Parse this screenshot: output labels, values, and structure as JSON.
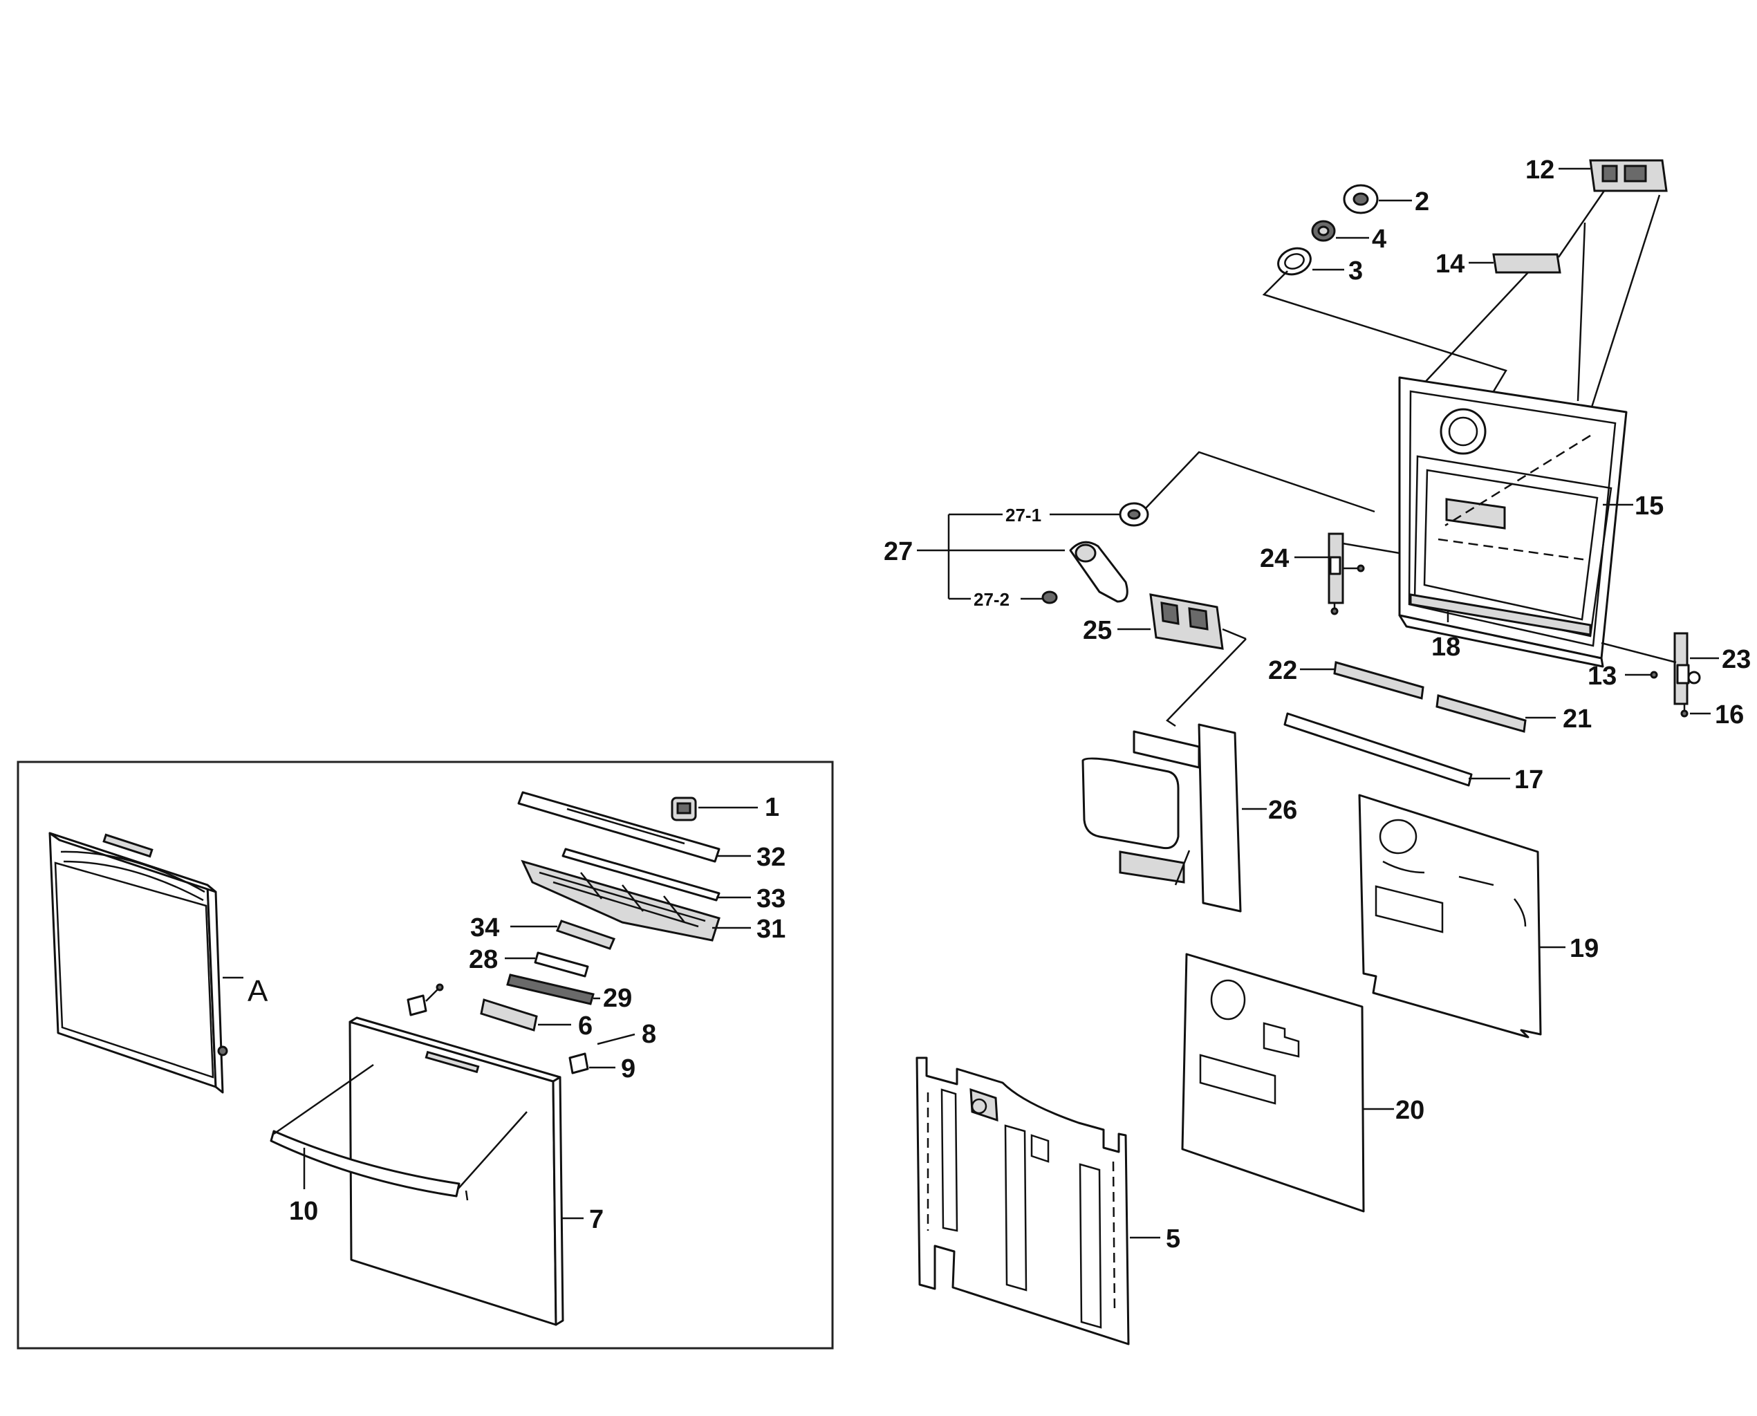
{
  "inset_label": "A",
  "parts": {
    "p1": "1",
    "p2": "2",
    "p3": "3",
    "p4": "4",
    "p5": "5",
    "p6": "6",
    "p7": "7",
    "p8": "8",
    "p9": "9",
    "p10": "10",
    "p12": "12",
    "p13": "13",
    "p14": "14",
    "p15": "15",
    "p16": "16",
    "p17": "17",
    "p18": "18",
    "p19": "19",
    "p20": "20",
    "p21": "21",
    "p22": "22",
    "p23": "23",
    "p24": "24",
    "p25": "25",
    "p26": "26",
    "p27": "27",
    "p27_1": "27-1",
    "p27_2": "27-2",
    "p28": "28",
    "p29": "29",
    "p31": "31",
    "p32": "32",
    "p33": "33",
    "p34": "34"
  }
}
